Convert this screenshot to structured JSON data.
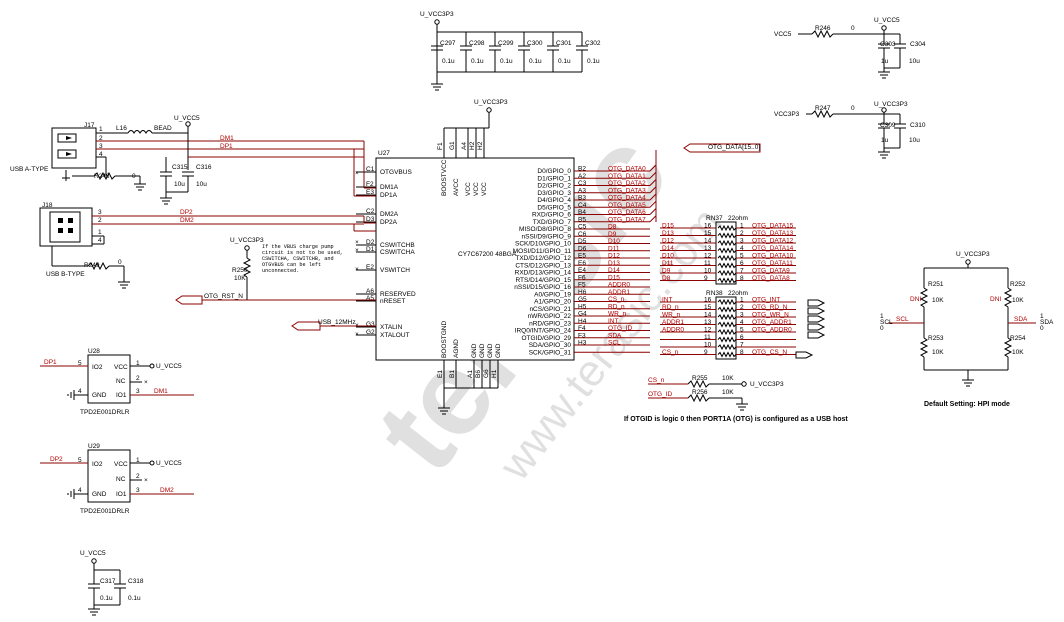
{
  "power": {
    "u_vcc3p3": "U_VCC3P3",
    "u_vcc5": "U_VCC5",
    "vcc5": "VCC5",
    "vcc3p3": "VCC3P3"
  },
  "caps_top": [
    {
      "ref": "C297",
      "val": "0.1u"
    },
    {
      "ref": "C298",
      "val": "0.1u"
    },
    {
      "ref": "C299",
      "val": "0.1u"
    },
    {
      "ref": "C300",
      "val": "0.1u"
    },
    {
      "ref": "C301",
      "val": "0.1u"
    },
    {
      "ref": "C302",
      "val": "0.1u"
    }
  ],
  "right_power": [
    {
      "net": "VCC5",
      "res": "R246",
      "rval": "0",
      "rail": "U_VCC5",
      "c1": "C303",
      "c1v": "1u",
      "c2": "C304",
      "c2v": "10u"
    },
    {
      "net": "VCC3P3",
      "res": "R247",
      "rval": "0",
      "rail": "U_VCC3P3",
      "c1": "C309",
      "c1v": "1u",
      "c2": "C310",
      "c2v": "10u"
    }
  ],
  "j17": {
    "ref": "J17",
    "name": "USB A-TYPE",
    "pins": [
      "1",
      "2",
      "3",
      "4"
    ],
    "l": "L16",
    "lval": "BEAD",
    "r": "R248",
    "rval": "0",
    "c315": "C315",
    "c315v": "10u",
    "c316": "C316",
    "c316v": "10u",
    "pwr": "U_VCC5"
  },
  "j18": {
    "ref": "J18",
    "name": "USB B-TYPE",
    "pins": [
      "3",
      "2",
      "1",
      "4"
    ],
    "r": "R249",
    "rval": "0"
  },
  "nets": {
    "dm1": "DM1",
    "dp1": "DP1",
    "dp2": "DP2",
    "dm2": "DM2",
    "otg_rst": "OTG_RST_N",
    "usb12": "USB_12MHz",
    "otg_data": "OTG_DATA[15..0]",
    "otg_int": "OTG_INT",
    "otg_cs": "OTG_CS_N"
  },
  "u27": {
    "ref": "U27",
    "part": "CY7C67200 48BGA",
    "left_pins": [
      {
        "ball": "C1",
        "name": "OTGVBUS"
      },
      {
        "ball": "F2",
        "name": "DM1A"
      },
      {
        "ball": "E3",
        "name": "DP1A"
      },
      {
        "ball": "C2",
        "name": "DM2A"
      },
      {
        "ball": "D3",
        "name": "DP2A"
      },
      {
        "ball": "D2",
        "name": "CSWITCHB"
      },
      {
        "ball": "D1",
        "name": "CSWITCHA"
      },
      {
        "ball": "E2",
        "name": "VSWITCH"
      },
      {
        "ball": "A6",
        "name": "RESERVED"
      },
      {
        "ball": "A5",
        "name": "nRESET"
      },
      {
        "ball": "G3",
        "name": "XTALIN"
      },
      {
        "ball": "G2",
        "name": "XTALOUT"
      }
    ],
    "right_pins": [
      {
        "ball": "B2",
        "name": "D0/GPIO_0",
        "net": "OTG_DATA0"
      },
      {
        "ball": "A2",
        "name": "D1/GPIO_1",
        "net": "OTG_DATA1"
      },
      {
        "ball": "C3",
        "name": "D2/GPIO_2",
        "net": "OTG_DATA2"
      },
      {
        "ball": "A3",
        "name": "D3/GPIO_3",
        "net": "OTG_DATA3"
      },
      {
        "ball": "B3",
        "name": "D4/GPIO_4",
        "net": "OTG_DATA4"
      },
      {
        "ball": "C4",
        "name": "D5/GPIO_5",
        "net": "OTG_DATA5"
      },
      {
        "ball": "B4",
        "name": "RXD/GPIO_6",
        "net": "OTG_DATA6"
      },
      {
        "ball": "B5",
        "name": "TXD/GPIO_7",
        "net": "OTG_DATA7"
      },
      {
        "ball": "C5",
        "name": "MISO/D8/GPIO_8",
        "net": "D8"
      },
      {
        "ball": "C6",
        "name": "nSSI/D9/GPIO_9",
        "net": "D9"
      },
      {
        "ball": "D5",
        "name": "SCK/D10/GPIO_10",
        "net": "D10"
      },
      {
        "ball": "D6",
        "name": "MOSI/D11/GPIO_11",
        "net": "D11"
      },
      {
        "ball": "E5",
        "name": "TXD/D12/GPIO_12",
        "net": "D12"
      },
      {
        "ball": "E6",
        "name": "CTS/D12/GPIO_13",
        "net": "D13"
      },
      {
        "ball": "E4",
        "name": "RXD/D13/GPIO_14",
        "net": "D14"
      },
      {
        "ball": "F6",
        "name": "RTS/D14/GPIO_15",
        "net": "D15"
      },
      {
        "ball": "F5",
        "name": "nSSI/D15/GPIO_16",
        "net": "ADDR0"
      },
      {
        "ball": "H6",
        "name": "A0/GPIO_19",
        "net": "ADDR1"
      },
      {
        "ball": "G5",
        "name": "A1/GPIO_20",
        "net": "CS_n"
      },
      {
        "ball": "H5",
        "name": "nCS/GPIO_21",
        "net": "RD_n"
      },
      {
        "ball": "G4",
        "name": "nWR/GPIO_22",
        "net": "WR_n"
      },
      {
        "ball": "H4",
        "name": "nRD/GPIO_23",
        "net": "INT"
      },
      {
        "ball": "F4",
        "name": "IRQ0/INT/GPIO_24",
        "net": "OTG_ID"
      },
      {
        "ball": "F3",
        "name": "OTGID/GPIO_29",
        "net": "SDA"
      },
      {
        "ball": "H3",
        "name": "SDA/GPIO_30",
        "net": "SCL"
      },
      {
        "ball": "",
        "name": "SCK/GPIO_31",
        "net": ""
      }
    ],
    "top_pins": [
      {
        "ball": "F1",
        "name": "BOOSTVCC"
      },
      {
        "ball": "G1",
        "name": "AVCC"
      },
      {
        "ball": "A4",
        "name": "VCC"
      },
      {
        "ball": "H2",
        "name": "VCC"
      },
      {
        "ball": "H2",
        "name": "VCC"
      }
    ],
    "bottom_pins": [
      {
        "ball": "E1",
        "name": "BOOSTGND"
      },
      {
        "ball": "B1",
        "name": "AGND"
      },
      {
        "ball": "A1",
        "name": "GND"
      },
      {
        "ball": "B6",
        "name": "GND"
      },
      {
        "ball": "G6",
        "name": "GND"
      },
      {
        "ball": "H1",
        "name": "GND"
      }
    ]
  },
  "note_vbus": "If the VBUS charge pump circuit is not to be used, CSWITCHA, CSWITCHB, and OTGVBUS can be left unconnected.",
  "r250": {
    "ref": "R250",
    "val": "10K"
  },
  "rn37": {
    "ref": "RN37",
    "val": "22ohm",
    "rows": [
      {
        "in": "D15",
        "p1": "16",
        "p2": "1",
        "out": "OTG_DATA15"
      },
      {
        "in": "D13",
        "p1": "15",
        "p2": "2",
        "out": "OTG_DATA13"
      },
      {
        "in": "D12",
        "p1": "14",
        "p2": "3",
        "out": "OTG_DATA12"
      },
      {
        "in": "D14",
        "p1": "13",
        "p2": "4",
        "out": "OTG_DATA14"
      },
      {
        "in": "D10",
        "p1": "12",
        "p2": "5",
        "out": "OTG_DATA10"
      },
      {
        "in": "D11",
        "p1": "11",
        "p2": "6",
        "out": "OTG_DATA11"
      },
      {
        "in": "D9",
        "p1": "10",
        "p2": "7",
        "out": "OTG_DATA9"
      },
      {
        "in": "D8",
        "p1": "9",
        "p2": "8",
        "out": "OTG_DATA8"
      }
    ]
  },
  "rn38": {
    "ref": "RN38",
    "val": "22ohm",
    "rows": [
      {
        "in": "INT",
        "p1": "16",
        "p2": "1",
        "out": "OTG_INT"
      },
      {
        "in": "RD_n",
        "p1": "15",
        "p2": "2",
        "out": "OTG_RD_N"
      },
      {
        "in": "WR_n",
        "p1": "14",
        "p2": "3",
        "out": "OTG_WR_N"
      },
      {
        "in": "ADDR1",
        "p1": "13",
        "p2": "4",
        "out": "OTG_ADDR1"
      },
      {
        "in": "ADDR0",
        "p1": "12",
        "p2": "5",
        "out": "OTG_ADDR0"
      },
      {
        "in": "",
        "p1": "11",
        "p2": "6",
        "out": ""
      },
      {
        "in": "",
        "p1": "10",
        "p2": "7",
        "out": ""
      },
      {
        "in": "CS_n",
        "p1": "9",
        "p2": "8",
        "out": "OTG_CS_N"
      }
    ]
  },
  "r255": {
    "ref": "R255",
    "val": "10K",
    "net": "CS_n",
    "pwr": "U_VCC3P3"
  },
  "r256": {
    "ref": "R256",
    "val": "10K",
    "net": "OTG_ID"
  },
  "otgid_note": "If OTGID is logic 0 then PORT1A (OTG) is configured as a USB host",
  "hpi": {
    "pwr": "U_VCC3P3",
    "r251": "R251",
    "r252": "R252",
    "r253": "R253",
    "r254": "R254",
    "v": "10K",
    "dni": "DNI",
    "scl": "SCL",
    "sda": "SDA",
    "caption": "Default Setting: HPI mode"
  },
  "u28": {
    "ref": "U28",
    "part": "TPD2E001DRLR",
    "net_in": "DP1",
    "net_out": "DM1",
    "pins": {
      "io2": "IO2",
      "vcc": "VCC",
      "nc": "NC",
      "gnd": "GND",
      "io1": "IO1"
    },
    "pnum": {
      "io2": "5",
      "vcc": "1",
      "nc": "2",
      "gnd": "4",
      "io1": "3"
    }
  },
  "u29": {
    "ref": "U29",
    "part": "TPD2E001DRLR",
    "net_in": "DP2",
    "net_out": "DM2",
    "pins": {
      "io2": "IO2",
      "vcc": "VCC",
      "nc": "NC",
      "gnd": "GND",
      "io1": "IO1"
    },
    "pnum": {
      "io2": "5",
      "vcc": "1",
      "nc": "2",
      "gnd": "4",
      "io1": "3"
    }
  },
  "bottom_caps": [
    {
      "ref": "C317",
      "val": "0.1u"
    },
    {
      "ref": "C318",
      "val": "0.1u"
    }
  ],
  "watermark": {
    "brand": "terasic",
    "url": "www.terasic.com"
  }
}
